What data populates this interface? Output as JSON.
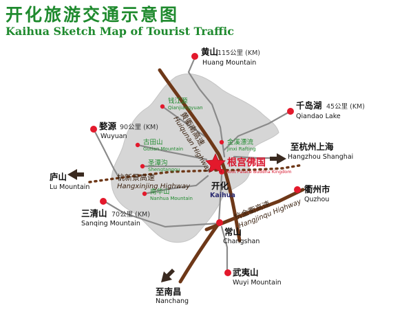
{
  "title": {
    "cn": "开化旅游交通示意图",
    "en": "Kaihua Sketch Map of Tourist Traffic"
  },
  "cities": [
    {
      "id": "huangshan",
      "cn": "黄山",
      "dist": "115公里 (KM)",
      "en": "Huang Mountain"
    },
    {
      "id": "qiandaohu",
      "cn": "千岛湖",
      "dist": "45公里 (KM)",
      "en": "Qiandao Lake"
    },
    {
      "id": "wuyuan",
      "cn": "婺源",
      "dist": "90公里 (KM)",
      "en": "Wuyuan"
    },
    {
      "id": "hangzhou",
      "cn": "至杭州上海",
      "dist": "",
      "en": "Hangzhou Shanghai"
    },
    {
      "id": "lushan",
      "cn": "庐山",
      "dist": "",
      "en": "Lu Mountain"
    },
    {
      "id": "quzhou",
      "cn": "衢州市",
      "dist": "",
      "en": "Quzhou"
    },
    {
      "id": "sanqing",
      "cn": "三清山",
      "dist": "70公里 (KM)",
      "en": "Sanqing Mountain"
    },
    {
      "id": "changshan",
      "cn": "常山",
      "dist": "",
      "en": "Changshan"
    },
    {
      "id": "wuyishan",
      "cn": "武夷山",
      "dist": "",
      "en": "Wuyi Mountain"
    },
    {
      "id": "nanchang",
      "cn": "至南昌",
      "dist": "",
      "en": "Nanchang"
    },
    {
      "id": "kaihua",
      "cn": "开化",
      "dist": "",
      "en": "Kaihua"
    }
  ],
  "attractions": [
    {
      "id": "qianjiangyuan",
      "cn": "钱江源",
      "en": "Qianjiangyuan"
    },
    {
      "id": "gutianshan",
      "cn": "古田山",
      "en": "Gutian Mountain"
    },
    {
      "id": "jinxi",
      "cn": "金溪漂流",
      "en": "Jinxi Rafting"
    },
    {
      "id": "shengtangou",
      "cn": "圣潭沟",
      "en": "Shengtangou"
    },
    {
      "id": "nanhuashan",
      "cn": "南华山",
      "en": "Nanhua Mountain"
    }
  ],
  "highlight": {
    "cn": "根宫佛国",
    "en": "Root Palace Buddha Kingdom"
  },
  "highways": [
    {
      "id": "huiqu",
      "cn": "黄衢南高速",
      "en": "Huiqunan Highway"
    },
    {
      "id": "hangxin",
      "cn": "杭新景高速",
      "en": "Hangxinjing Highway"
    },
    {
      "id": "hangjinqu",
      "cn": "杭金衢高速",
      "en": "Hangjinqu Highway"
    }
  ],
  "colors": {
    "region_fill": "#d6d6d6",
    "road_gray": "#8a8a8a",
    "highway": "#6e3818",
    "city_dot": "#e3192c",
    "attraction_dot": "#e3192c",
    "title_green": "#1f8a2e",
    "star": "#e3192c"
  }
}
